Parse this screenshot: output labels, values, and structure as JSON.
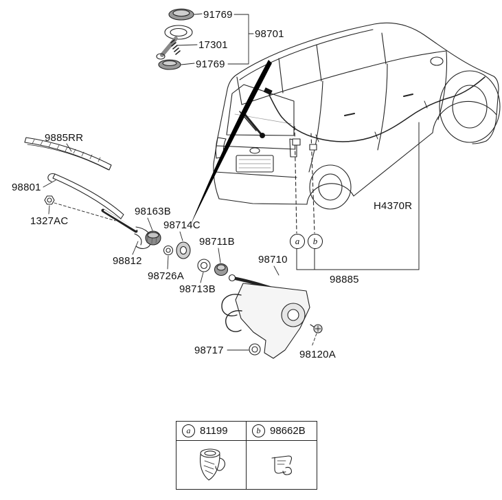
{
  "diagram": {
    "name": "rear-wiper-and-washer-parts-diagram",
    "colors": {
      "line": "#222222",
      "background": "#ffffff"
    },
    "labels": [
      {
        "id": "91769-upper",
        "text": "91769"
      },
      {
        "id": "98701",
        "text": "98701"
      },
      {
        "id": "17301",
        "text": "17301"
      },
      {
        "id": "91769-lower",
        "text": "91769"
      },
      {
        "id": "9885RR",
        "text": "9885RR"
      },
      {
        "id": "98801",
        "text": "98801"
      },
      {
        "id": "1327AC",
        "text": "1327AC"
      },
      {
        "id": "98163B",
        "text": "98163B"
      },
      {
        "id": "98714C",
        "text": "98714C"
      },
      {
        "id": "98711B",
        "text": "98711B"
      },
      {
        "id": "98812",
        "text": "98812"
      },
      {
        "id": "98726A",
        "text": "98726A"
      },
      {
        "id": "98713B",
        "text": "98713B"
      },
      {
        "id": "98710",
        "text": "98710"
      },
      {
        "id": "H4370R",
        "text": "H4370R"
      },
      {
        "id": "98885",
        "text": "98885"
      },
      {
        "id": "98717",
        "text": "98717"
      },
      {
        "id": "98120A",
        "text": "98120A"
      }
    ],
    "callouts": [
      {
        "id": "a",
        "letter": "a"
      },
      {
        "id": "b",
        "letter": "b"
      }
    ],
    "legend": {
      "cells": [
        {
          "letter": "a",
          "part": "81199",
          "icon": "trim-clip-icon"
        },
        {
          "letter": "b",
          "part": "98662B",
          "icon": "wire-clip-icon"
        }
      ]
    }
  }
}
